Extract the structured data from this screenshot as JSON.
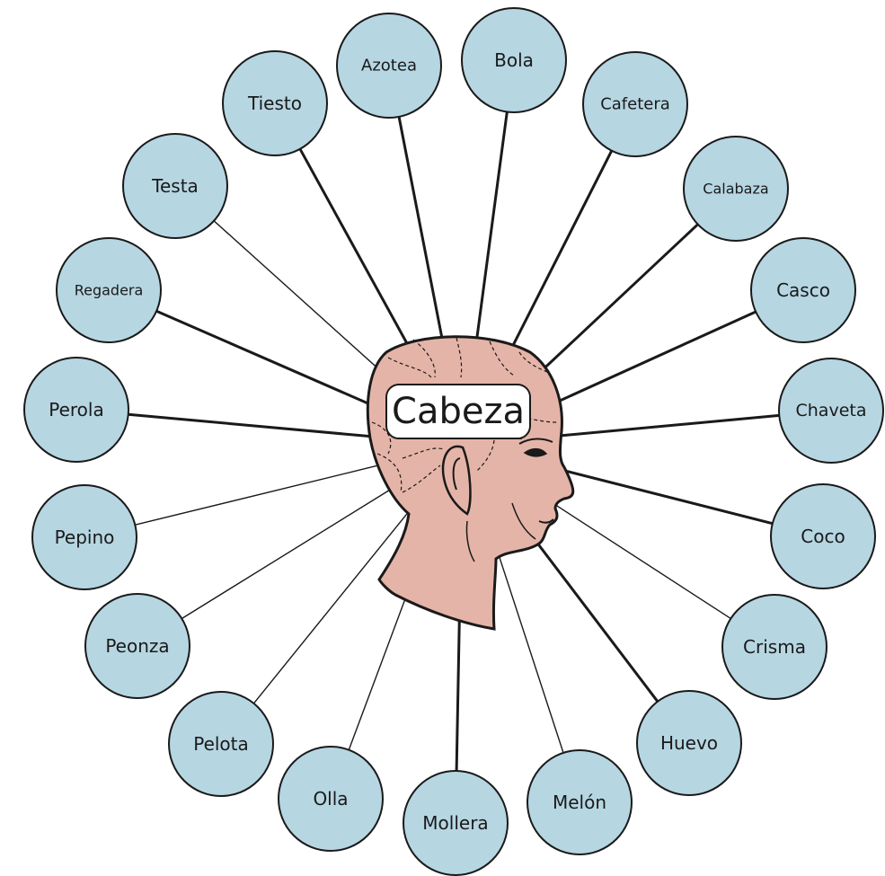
{
  "center": {
    "label": "Cabeza"
  },
  "synonyms": [
    "Azotea",
    "Bola",
    "Cafetera",
    "Calabaza",
    "Casco",
    "Chaveta",
    "Coco",
    "Crisma",
    "Huevo",
    "Melón",
    "Mollera",
    "Olla",
    "Pelota",
    "Peonza",
    "Pepino",
    "Perola",
    "Regadera",
    "Testa",
    "Tiesto"
  ],
  "colors": {
    "bubble_fill": "#b6d6e2",
    "bubble_stroke": "#1a1a1a",
    "line": "#1a1a1a",
    "head_fill": "#e5b4a8",
    "label_box": "#ffffff"
  }
}
